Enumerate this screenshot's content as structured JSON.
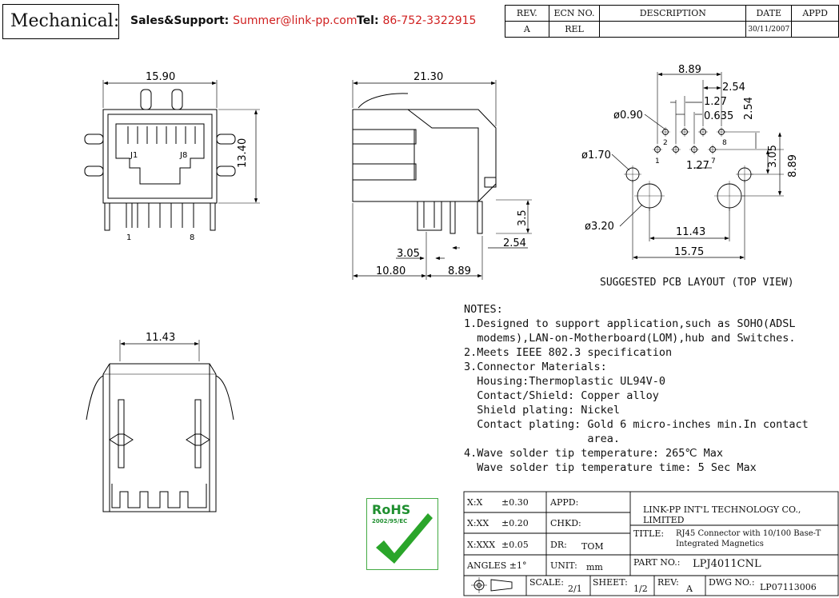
{
  "header": {
    "mechanical": "Mechanical:",
    "sales_label": "Sales&Support:",
    "sales_email": "Summer@link-pp.com",
    "tel_label": "Tel:",
    "tel_value": "86-752-3322915"
  },
  "revision_table": {
    "headers": [
      "REV.",
      "ECN NO.",
      "DESCRIPTION",
      "DATE",
      "APPD"
    ],
    "row": [
      "A",
      "REL",
      "",
      "30/11/2007",
      ""
    ]
  },
  "front_view": {
    "width_dim": "15.90",
    "height_dim": "13.40",
    "j1": "J1",
    "j8": "J8",
    "pin1": "1",
    "pin8": "8"
  },
  "side_view": {
    "length_dim": "21.30",
    "pin_height": "3.5",
    "dim_254": "2.54",
    "dim_305": "3.05",
    "dim_1080": "10.80",
    "dim_889": "8.89"
  },
  "pcb_layout": {
    "dim_889_top": "8.89",
    "dim_254": "2.54",
    "dim_127": "1.27",
    "dim_0635": "0.635",
    "dim_254_v": "2.54",
    "dim_305_v": "3.05",
    "dim_889_v": "8.89",
    "dim_127_b": "1.27",
    "dia_090": "ø0.90",
    "dia_170": "ø1.70",
    "dia_320": "ø3.20",
    "dim_1143": "11.43",
    "dim_1575": "15.75",
    "pin2": "2",
    "pin8": "8",
    "pin1": "1",
    "pin7": "7",
    "title": "SUGGESTED PCB LAYOUT (TOP VIEW)"
  },
  "bottom_view": {
    "width_dim": "11.43"
  },
  "notes": {
    "heading": "NOTES:",
    "lines": [
      "1.Designed to support application,such as SOHO(ADSL",
      "  modems),LAN-on-Motherboard(LOM),hub and Switches.",
      "2.Meets IEEE 802.3 specification",
      "3.Connector Materials:",
      "  Housing:Thermoplastic UL94V-0",
      "  Contact/Shield: Copper alloy",
      "  Shield plating: Nickel",
      "  Contact plating: Gold 6 micro-inches min.In contact",
      "                   area.",
      "4.Wave solder tip temperature: 265℃ Max",
      "  Wave solder tip temperature time: 5 Sec Max"
    ]
  },
  "rohs": {
    "label": "RoHS",
    "sub": "2002/95/EC"
  },
  "title_block": {
    "tol_xx": "X:X",
    "tol_xx_v": "±0.30",
    "tol_xxx": "X:XX",
    "tol_xxx_v": "±0.20",
    "tol_xxxx": "X:XXX",
    "tol_xxxx_v": "±0.05",
    "angles": "ANGLES ±1°",
    "appd": "APPD:",
    "chkd": "CHKD:",
    "dr": "DR:",
    "dr_v": "TOM",
    "unit": "UNIT:",
    "unit_v": "mm",
    "company": "LINK-PP INT'L TECHNOLOGY CO., LIMITED",
    "title_label": "TITLE:",
    "title_line1": "RJ45 Connector with 10/100 Base-T",
    "title_line2": "Integrated Magnetics",
    "part_no_label": "PART NO.:",
    "part_no": "LPJ4011CNL",
    "scale": "SCALE:",
    "scale_v": "2/1",
    "sheet": "SHEET:",
    "sheet_v": "1/2",
    "rev": "REV:",
    "rev_v": "A",
    "dwg_no": "DWG NO.:",
    "dwg_v": "LP07113006"
  }
}
